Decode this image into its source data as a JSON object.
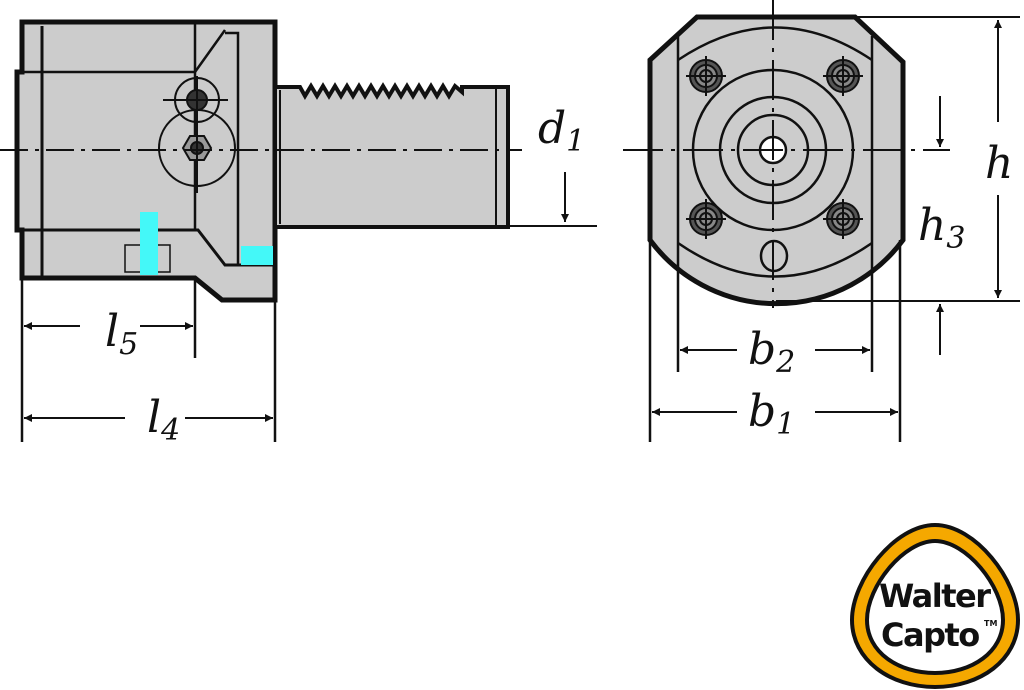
{
  "colors": {
    "body_fill": "#cccccc",
    "line": "#111111",
    "highlight": "#44f8f8",
    "logo_ring": "#f5a800"
  },
  "dimensions": {
    "l5": {
      "main": "l",
      "sub": "5"
    },
    "l4": {
      "main": "l",
      "sub": "4"
    },
    "d1": {
      "main": "d",
      "sub": "1"
    },
    "h": {
      "main": "h"
    },
    "h3": {
      "main": "h",
      "sub": "3"
    },
    "b2": {
      "main": "b",
      "sub": "2"
    },
    "b1": {
      "main": "b",
      "sub": "1"
    }
  },
  "logo": {
    "line1": "Walter",
    "line2": "Capto",
    "trademark": "TM"
  }
}
